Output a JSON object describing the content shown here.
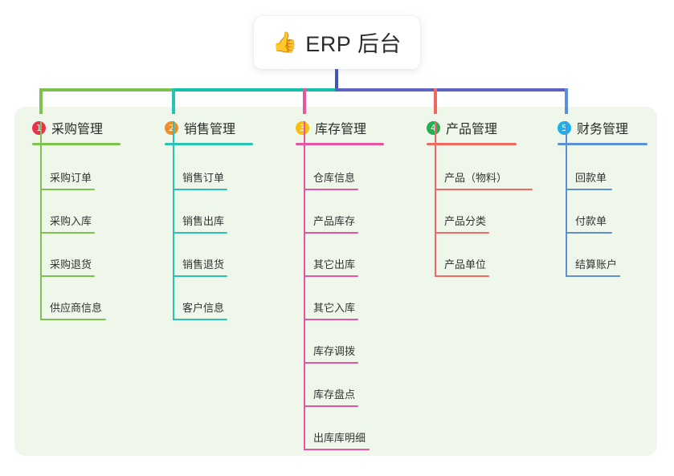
{
  "root": {
    "icon": "thumbs-up-icon",
    "icon_glyph": "👍",
    "title": "ERP 后台"
  },
  "theme": {
    "panel_bg": "#eef7e9",
    "page_bg": "#ffffff",
    "root_stem": "#4055b8",
    "bus_left": "#7cc24f",
    "bus_mid": "#13c2ab",
    "bus_right": "#5a63c4",
    "text": "#2b2b2b",
    "item_text": "#333333"
  },
  "columns": [
    {
      "index": "1",
      "title": "采购管理",
      "badge_color": "#e8334a",
      "line_color": "#7cc24f",
      "items": [
        {
          "label": "采购订单"
        },
        {
          "label": "采购入库"
        },
        {
          "label": "采购退货"
        },
        {
          "label": "供应商信息"
        }
      ]
    },
    {
      "index": "2",
      "title": "销售管理",
      "badge_color": "#f08d28",
      "line_color": "#29c3b1",
      "items": [
        {
          "label": "销售订单"
        },
        {
          "label": "销售出库"
        },
        {
          "label": "销售退货"
        },
        {
          "label": "客户信息"
        }
      ]
    },
    {
      "index": "3",
      "title": "库存管理",
      "badge_color": "#f5bf16",
      "line_color": "#e7549f",
      "items": [
        {
          "label": "仓库信息"
        },
        {
          "label": "产品库存"
        },
        {
          "label": "其它出库"
        },
        {
          "label": "其它入库"
        },
        {
          "label": "库存调拨"
        },
        {
          "label": "库存盘点"
        },
        {
          "label": "出库库明细"
        }
      ]
    },
    {
      "index": "4",
      "title": "产品管理",
      "badge_color": "#22b14c",
      "line_color": "#f0685f",
      "items": [
        {
          "label": "产品（物料）"
        },
        {
          "label": "产品分类"
        },
        {
          "label": "产品单位"
        }
      ]
    },
    {
      "index": "5",
      "title": "财务管理",
      "badge_color": "#1eb0e8",
      "line_color": "#5d8fd6",
      "items": [
        {
          "label": "回款单"
        },
        {
          "label": "付款单"
        },
        {
          "label": "结算账户"
        }
      ]
    }
  ]
}
